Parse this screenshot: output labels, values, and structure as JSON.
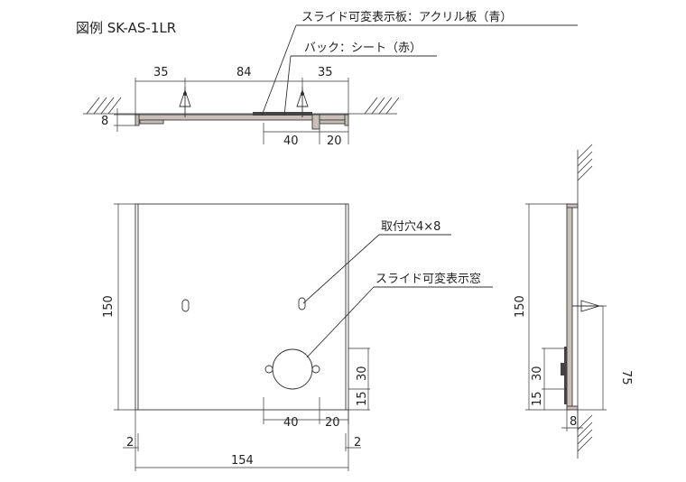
{
  "title": "図例 SK-AS-1LR",
  "callouts": {
    "acrylic": "スライド可変表示板：アクリル板（青）",
    "back": "バック：シート（赤）",
    "hole": "取付穴4×8",
    "window": "スライド可変表示窓"
  },
  "dims": {
    "top_left": "35",
    "top_mid": "84",
    "top_right": "35",
    "top_thick": "8",
    "top_b40": "40",
    "top_b20": "20",
    "front_h": "150",
    "front_30": "30",
    "front_15": "15",
    "front_b40": "40",
    "front_b20": "20",
    "front_2l": "2",
    "front_2r": "2",
    "front_w": "154",
    "side_h": "150",
    "side_30": "30",
    "side_15": "15",
    "side_75": "75",
    "side_8": "8"
  }
}
